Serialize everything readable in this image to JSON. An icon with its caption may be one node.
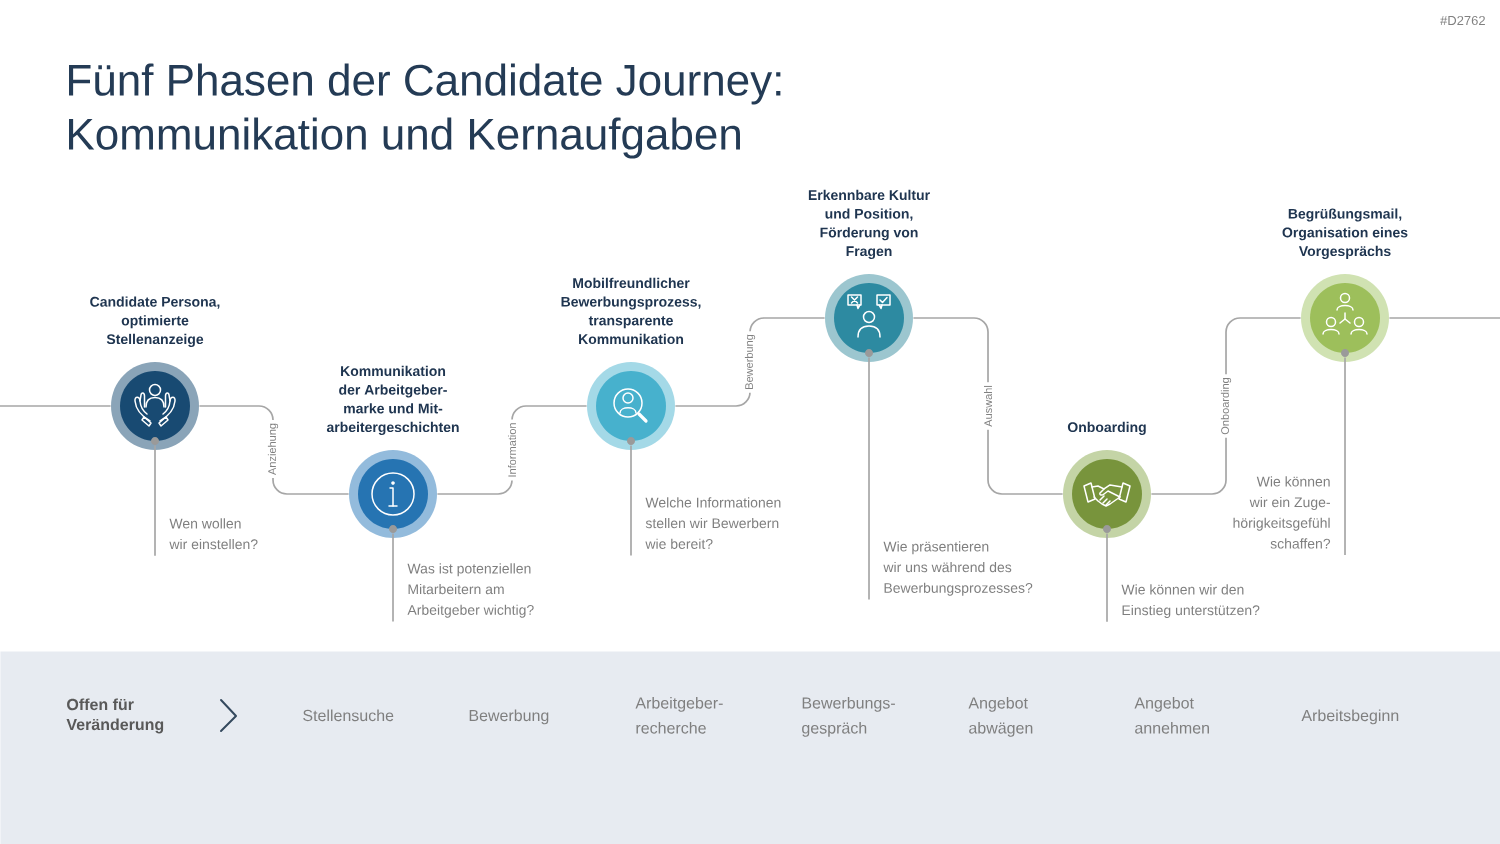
{
  "diagram": {
    "title": "Fünf Phasen der Candidate Journey: Kommunikation und Kernaufgaben",
    "nodes": [
      {
        "text": [
          "Candidate Persona, optimierte Stellenanzeige"
        ]
      },
      {
        "text": [
          "Wen wollen wir einstellen?"
        ]
      },
      {
        "text": [
          "Kommunikation der Arbeitgeber- marke und Mit- arbeitergeschichten"
        ]
      },
      {
        "text": [
          "Was ist potenziellen Mitarbeitern am Arbeitgeber wichtig?"
        ]
      },
      {
        "text": [
          "Mobilfreundlicher Bewerbungsprozess, transparente Kommunikation"
        ]
      },
      {
        "text": [
          "Welche Informationen stellen wir Bewerbern wie bereit?"
        ]
      },
      {
        "text": [
          "Erkennbare Kultur und Position, Förderung von Fragen"
        ]
      },
      {
        "text": [
          "Wie präsentieren wir uns während des Bewerbungsprozesses?"
        ]
      },
      {
        "text": [
          "Onboarding"
        ]
      },
      {
        "text": [
          "Wie können wir den Einstieg unterstützen?"
        ]
      },
      {
        "text": [
          "Begrüßungsmail, Organisation eines Vorgesprächs"
        ]
      },
      {
        "text": [
          "Wie können wir ein Zuge- hörigkeitsgefühl schaffen?"
        ]
      },
      {
        "text": [],
        "shape": "band"
      },
      {
        "text": [
          "Offen für Veränderung"
        ],
        "in": 12
      },
      {
        "text": [
          "Stellensuche"
        ],
        "in": 12
      },
      {
        "text": [
          "Bewerbung"
        ],
        "in": 12
      },
      {
        "text": [
          "Arbeitgeber- recherche"
        ],
        "in": 12
      },
      {
        "text": [
          "Bewerbungs- gespräch"
        ],
        "in": 12
      },
      {
        "text": [
          "Angebot abwägen"
        ],
        "in": 12
      },
      {
        "text": [
          "Angebot annehmen"
        ],
        "in": 12
      },
      {
        "text": [
          "Arbeitsbeginn"
        ],
        "in": 12
      }
    ],
    "edges": [
      {
        "from": null,
        "to": 0,
        "arrow": "none"
      },
      {
        "from": 0,
        "to": 2,
        "arrow": "none",
        "label": "Anziehung"
      },
      {
        "from": 2,
        "to": 4,
        "arrow": "none",
        "label": "Information"
      },
      {
        "from": 4,
        "to": 6,
        "arrow": "none",
        "label": "Bewerbung"
      },
      {
        "from": 6,
        "to": 8,
        "arrow": "none",
        "label": "Auswahl"
      },
      {
        "from": 8,
        "to": 10,
        "arrow": "none",
        "label": "Onboarding"
      },
      {
        "from": 10,
        "to": null,
        "arrow": "none"
      },
      {
        "from": 0,
        "to": 1,
        "arrow": "none"
      },
      {
        "from": 2,
        "to": 3,
        "arrow": "none"
      },
      {
        "from": 4,
        "to": 5,
        "arrow": "none"
      },
      {
        "from": 6,
        "to": 7,
        "arrow": "none"
      },
      {
        "from": 8,
        "to": 9,
        "arrow": "none"
      },
      {
        "from": 10,
        "to": 11,
        "arrow": "none"
      }
    ],
    "labels": [
      "#D2762"
    ]
  }
}
